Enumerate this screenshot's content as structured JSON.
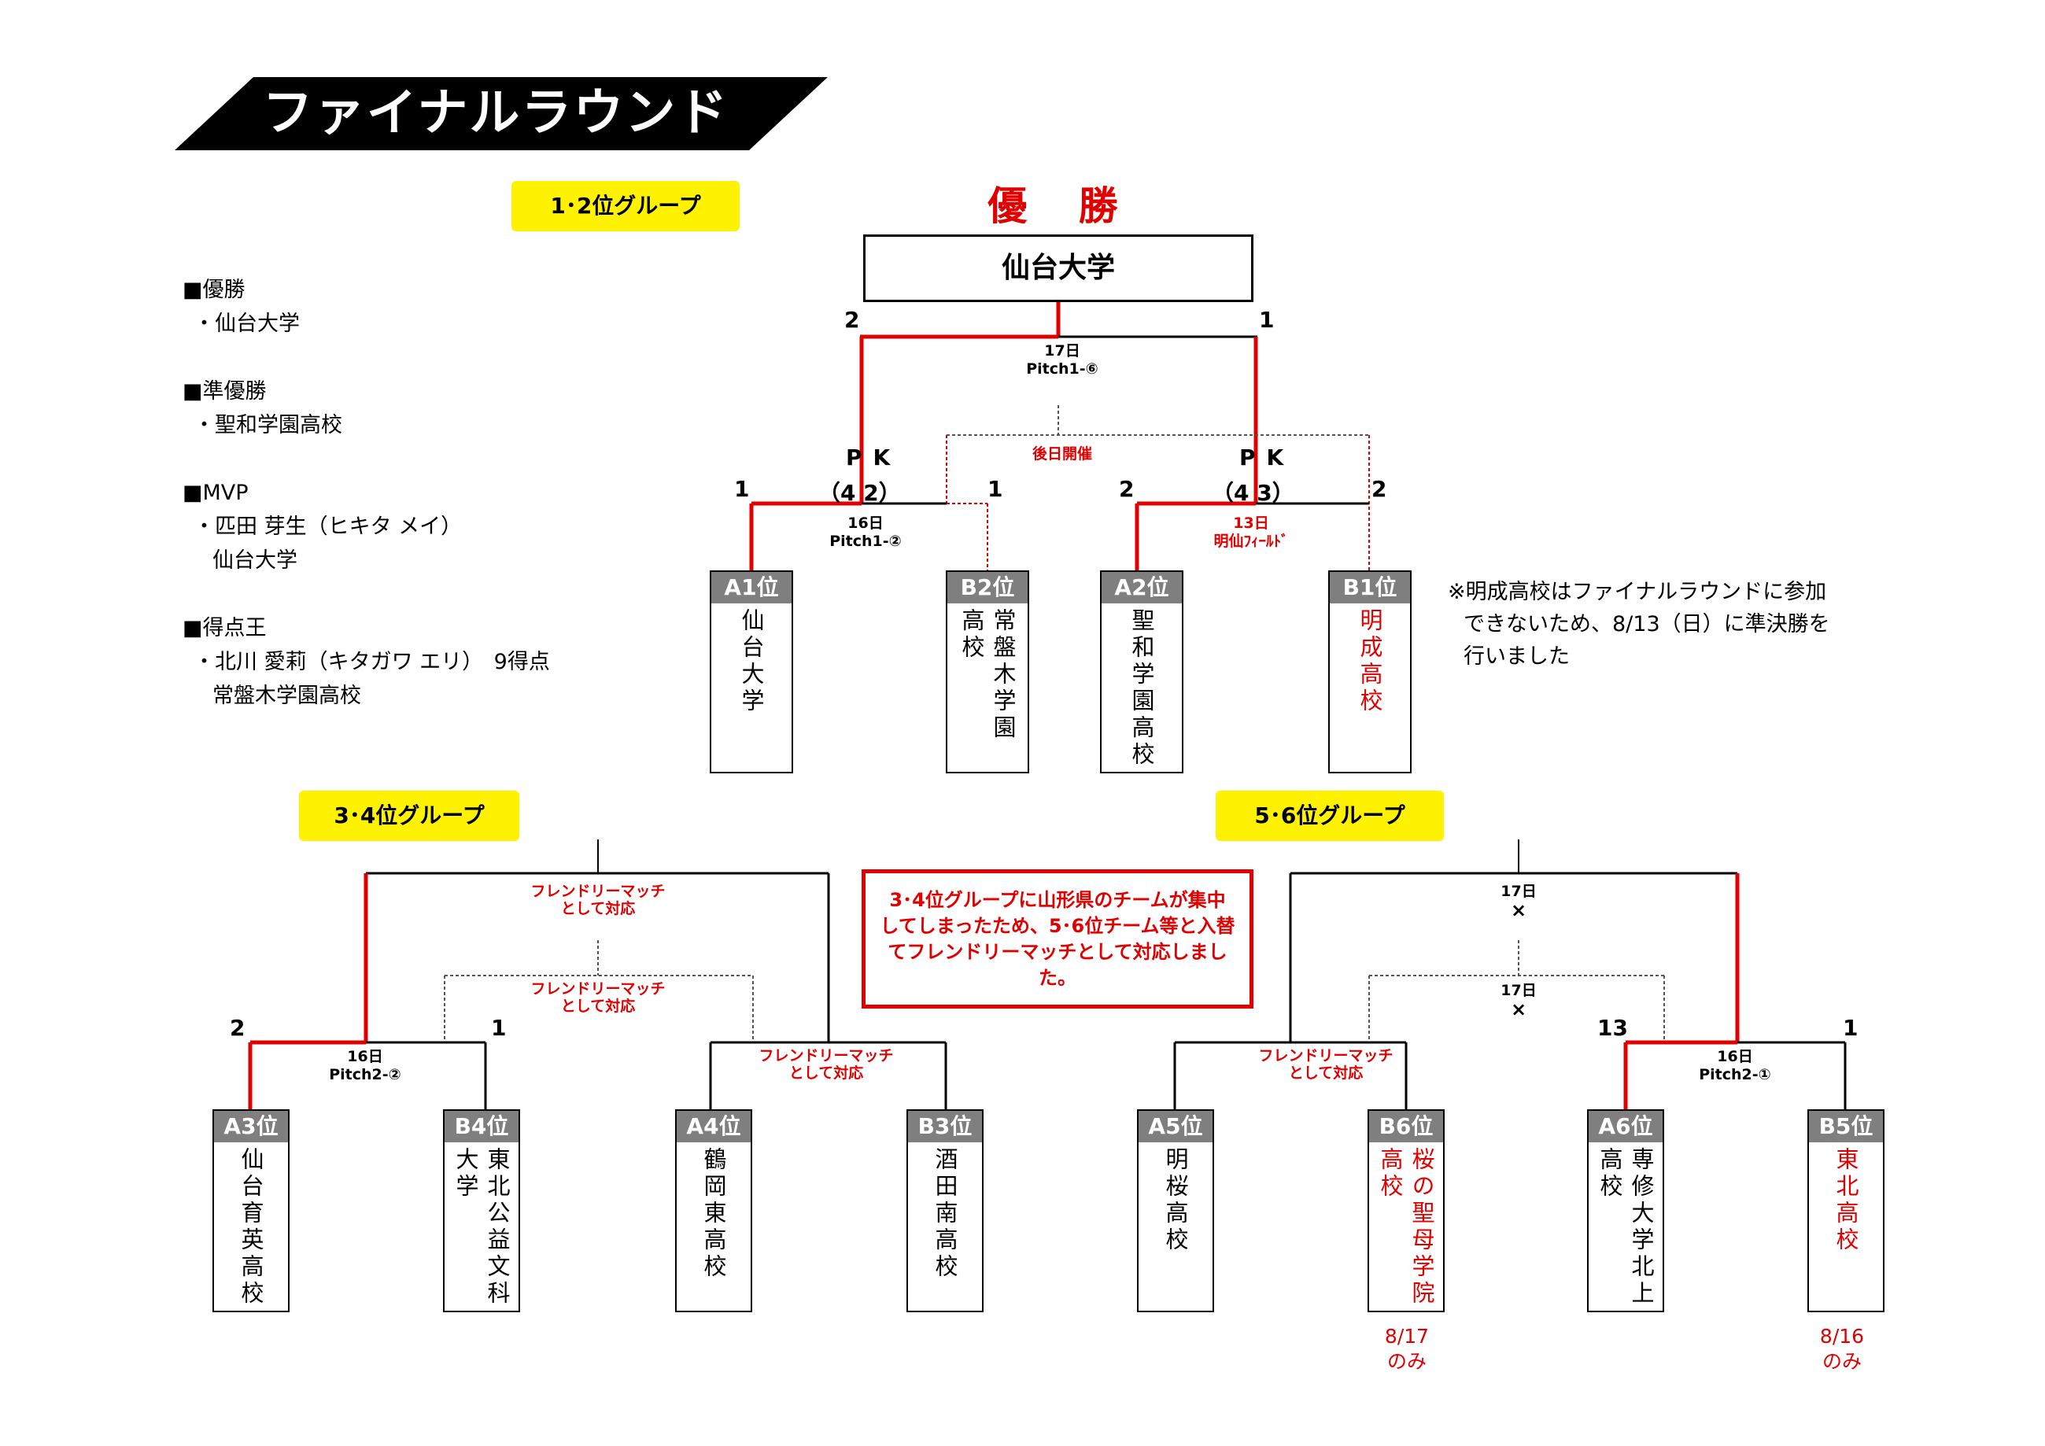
{
  "title": "ファイナルラウンド",
  "groups": {
    "g12": "1･2位グループ",
    "g34": "3･4位グループ",
    "g56": "5･6位グループ"
  },
  "champion_heading": "優 勝",
  "champion": "仙台大学",
  "info": {
    "yusho_h": "■優勝",
    "yusho_v": "・仙台大学",
    "junyusho_h": "■準優勝",
    "junyusho_v": "・聖和学園高校",
    "mvp_h": "■MVP",
    "mvp_v1": "・匹田 芽生（ヒキタ メイ）",
    "mvp_v2": "仙台大学",
    "tokuten_h": "■得点王",
    "tokuten_v1": "・北川 愛莉（キタガワ エリ）　9得点",
    "tokuten_v2": "常盤木学園高校"
  },
  "final": {
    "score_left": "2",
    "score_right": "1",
    "date": "17日",
    "pitch": "Pitch1-⑥"
  },
  "semi_later": "後日開催",
  "semi1": {
    "pk": "PK",
    "pk_score": "（4 2）",
    "score_left": "1",
    "score_right": "1",
    "date": "16日",
    "pitch": "Pitch1-②"
  },
  "semi2": {
    "pk": "PK",
    "pk_score": "（4 3）",
    "score_left": "2",
    "score_right": "2",
    "date": "13日",
    "pitch": "明仙ﾌｨｰﾙﾄﾞ"
  },
  "teams_top": [
    {
      "pos": "A1位",
      "lines": [
        "仙台大学"
      ],
      "red": false
    },
    {
      "pos": "B2位",
      "lines": [
        "常盤木学園",
        "高校"
      ],
      "red": false
    },
    {
      "pos": "A2位",
      "lines": [
        "聖和学園高校"
      ],
      "red": false
    },
    {
      "pos": "B1位",
      "lines": [
        "明成高校"
      ],
      "red": true
    }
  ],
  "side_note": {
    "l1": "※明成高校はファイナルラウンドに参加",
    "l2": "できないため、8/13（日）に準決勝を",
    "l3": "行いました"
  },
  "g34": {
    "top_label": "フレンドリーマッチ\nとして対応",
    "mid_label": "フレンドリーマッチ\nとして対応",
    "right_label": "フレンドリーマッチ\nとして対応",
    "score_left": "2",
    "score_right": "1",
    "date": "16日",
    "pitch": "Pitch2-②"
  },
  "notice": {
    "l1": "3･4位グループに山形県のチームが集中",
    "l2": "してしまったため、5･6位チーム等と入替",
    "l3": "てフレンドリーマッチとして対応しました。"
  },
  "g56": {
    "top_date": "17日",
    "top_mark": "×",
    "mid_date": "17日",
    "mid_mark": "×",
    "left_label": "フレンドリーマッチ\nとして対応",
    "score_left": "13",
    "score_right": "1",
    "date": "16日",
    "pitch": "Pitch2-①"
  },
  "teams_bottom": [
    {
      "pos": "A3位",
      "lines": [
        "仙台育英高校"
      ],
      "red": false
    },
    {
      "pos": "B4位",
      "lines": [
        "東北公益文科",
        "大学"
      ],
      "red": false
    },
    {
      "pos": "A4位",
      "lines": [
        "鶴岡東高校"
      ],
      "red": false
    },
    {
      "pos": "B3位",
      "lines": [
        "酒田南高校"
      ],
      "red": false
    },
    {
      "pos": "A5位",
      "lines": [
        "明桜高校"
      ],
      "red": false
    },
    {
      "pos": "B6位",
      "lines": [
        "桜の聖母学院",
        "高校"
      ],
      "red": true
    },
    {
      "pos": "A6位",
      "lines": [
        "専修大学北上",
        "高校"
      ],
      "red": false
    },
    {
      "pos": "B5位",
      "lines": [
        "東北高校"
      ],
      "red": true
    }
  ],
  "dates_bottom": {
    "b6": "8/17\nのみ",
    "b5": "8/16\nのみ"
  },
  "colors": {
    "win": "#e00000",
    "line": "#000000",
    "later": "#e00000",
    "dotted": "#555555",
    "yellow": "#fff200",
    "header": "#7f7f7f"
  }
}
